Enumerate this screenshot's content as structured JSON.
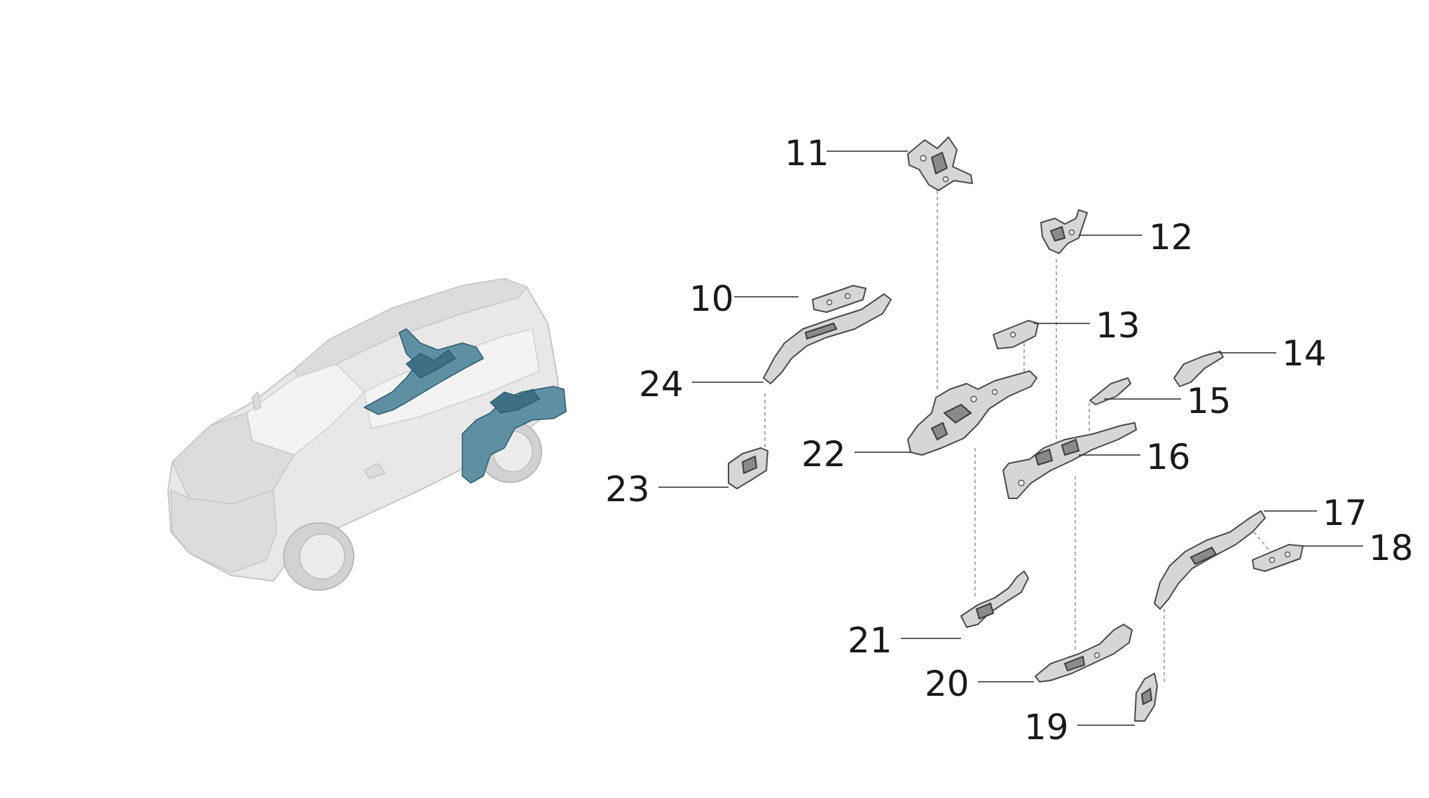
{
  "callouts": [
    {
      "id": "c10",
      "label": "10"
    },
    {
      "id": "c11",
      "label": "11"
    },
    {
      "id": "c12",
      "label": "12"
    },
    {
      "id": "c13",
      "label": "13"
    },
    {
      "id": "c14",
      "label": "14"
    },
    {
      "id": "c15",
      "label": "15"
    },
    {
      "id": "c16",
      "label": "16"
    },
    {
      "id": "c17",
      "label": "17"
    },
    {
      "id": "c18",
      "label": "18"
    },
    {
      "id": "c19",
      "label": "19"
    },
    {
      "id": "c20",
      "label": "20"
    },
    {
      "id": "c21",
      "label": "21"
    },
    {
      "id": "c22",
      "label": "22"
    },
    {
      "id": "c23",
      "label": "23"
    },
    {
      "id": "c24",
      "label": "24"
    }
  ],
  "colors": {
    "highlight": "#5f8fa3",
    "part_fill": "#d6d6d6",
    "car_body": "#e8e8e8"
  }
}
